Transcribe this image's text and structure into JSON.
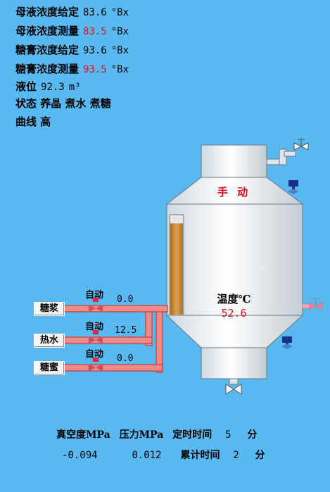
{
  "status_lines": [
    {
      "label": "母液浓度给定",
      "value": "83.6",
      "unit": "°Bx",
      "red": false
    },
    {
      "label": "母液浓度测量",
      "value": "83.5",
      "unit": "°Bx",
      "red": true
    },
    {
      "label": "糖膏浓度给定",
      "value": "93.6",
      "unit": "°Bx",
      "red": false
    },
    {
      "label": "糖膏浓度测量",
      "value": "93.5",
      "unit": "°Bx",
      "red": true
    },
    {
      "label": "液位",
      "value": "92.3",
      "unit": "m³",
      "red": false
    }
  ],
  "state_line": {
    "label": "状态",
    "steps": "养晶 煮水 煮糖"
  },
  "curve_line": {
    "label": "曲线",
    "value": "高"
  },
  "vessel": {
    "mode": "手 动",
    "temp_label": "温度℃",
    "temp_value": "52.6",
    "level_fraction": 0.92
  },
  "inputs": [
    {
      "name": "糖浆",
      "mode": "自动",
      "flow": "0.0"
    },
    {
      "name": "热水",
      "mode": "自动",
      "flow": "12.5"
    },
    {
      "name": "糖蜜",
      "mode": "自动",
      "flow": "0.0"
    }
  ],
  "bottom": {
    "vacuum_label": "真空度MPa",
    "pressure_label": "压力MPa",
    "timer_label": "定时时间",
    "timer_value": "5",
    "timer_unit": "分",
    "vacuum_value": "-0.094",
    "pressure_value": "0.012",
    "elapsed_label": "累计时间",
    "elapsed_value": "2",
    "elapsed_unit": "分"
  },
  "colors": {
    "background": "#58b8f0",
    "measured_value": "#e0101a",
    "pipe": "#e8302a",
    "level_fill": "#c8842e"
  }
}
